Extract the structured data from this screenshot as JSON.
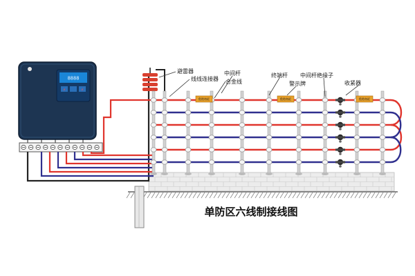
{
  "diagram": {
    "title": "单防区六线制接线图",
    "labels": {
      "surge_protector": "避雷器",
      "wire_connector": "线线连接器",
      "middle_pole": "中间杆",
      "alloy_wire": "合金线",
      "terminal_pole": "终端杆",
      "warning_sign": "警示牌",
      "middle_pole_insulator": "中间杆绝缘子",
      "tensioner": "收紧器"
    },
    "warning_sign_text": "危险勿近",
    "controller_display": "8888",
    "colors": {
      "hv_wire": "#e0342c",
      "return_wire": "#2f2f8e",
      "ground_wire": "#222222",
      "controller_body": "#1d3552",
      "screen": "#1a86d8",
      "wall": "#d8d8d8"
    }
  }
}
